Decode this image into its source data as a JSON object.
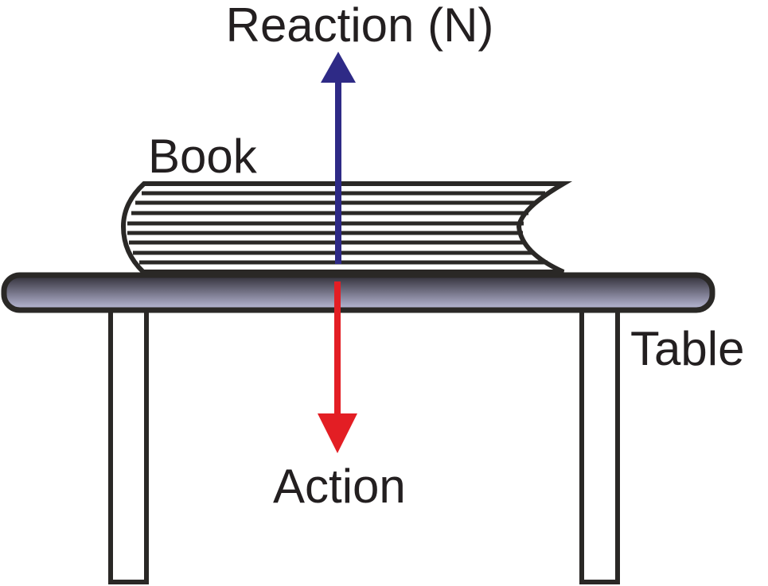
{
  "labels": {
    "reaction": "Reaction (N)",
    "book": "Book",
    "table": "Table",
    "action": "Action"
  },
  "colors": {
    "reaction_arrow": "#2e2a86",
    "action_arrow": "#e31e24",
    "outline": "#2a2826"
  }
}
